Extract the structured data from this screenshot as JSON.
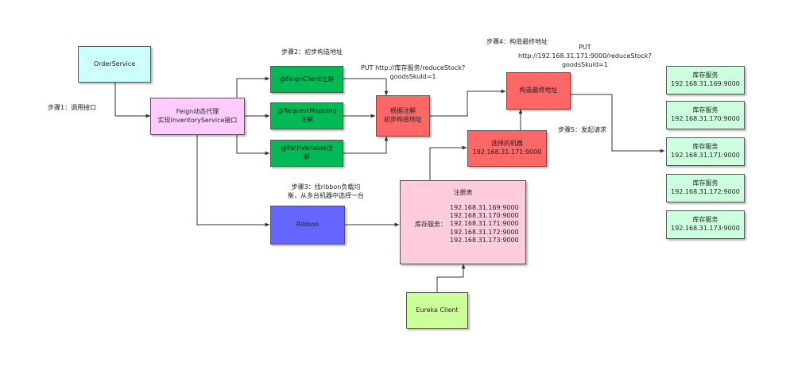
{
  "nodes": {
    "order_service": "OrderService",
    "feign_proxy": "Feign动态代理\n实现InventoryService接口",
    "feign_client_ann": "@FeignClient注解",
    "request_mapping_ann": "@RequestMapping注解",
    "path_variable_ann": "@PathVariable注解",
    "build_url": "根据注解\n初步构造地址",
    "chosen_machine": "选择的机器\n192.168.31.171:9000",
    "final_url": "构造最终地址",
    "ribbon": "Ribbon",
    "registry": {
      "title": "注册表",
      "service_label": "库存服务：",
      "addresses": [
        "192.168.31.169:9000",
        "192.168.31.170:9000",
        "192.168.31.171:9000",
        "192.168.31.172:9000",
        "192.168.31.173:9000"
      ]
    },
    "eureka_client": "Eureka Client",
    "inventory_instances": [
      {
        "name": "库存服务",
        "addr": "192.168.31.169:9000"
      },
      {
        "name": "库存服务",
        "addr": "192.168.31.170:9000"
      },
      {
        "name": "库存服务",
        "addr": "192.168.31.171:9000"
      },
      {
        "name": "库存服务",
        "addr": "192.168.31.172:9000"
      },
      {
        "name": "库存服务",
        "addr": "192.168.31.173:9000"
      }
    ]
  },
  "labels": {
    "step1": "步骤1：调用接口",
    "step2": "步骤2：初步构造地址",
    "step3": "步骤3：找ribbon负载均\n衡，从多台机器中选择一台",
    "step4": "步骤4：构造最终地址",
    "step5": "步骤5：发起请求",
    "put_initial": "PUT http://库存服务/reduceStock?\ngoodsSkuId=1",
    "put_final": "PUT\nhttp://192.168.31.171:9000/reduceStock?\ngoodsSkuId=1"
  },
  "colors": {
    "order_service": "#ccffff",
    "feign_proxy": "#ffccff",
    "annotation_green": "#00bb55",
    "build_red": "#ff6666",
    "ribbon_blue": "#6666ff",
    "registry_pink": "#ffccdd",
    "eureka_yellow": "#ccff99",
    "inventory_mint": "#ccffdd"
  }
}
